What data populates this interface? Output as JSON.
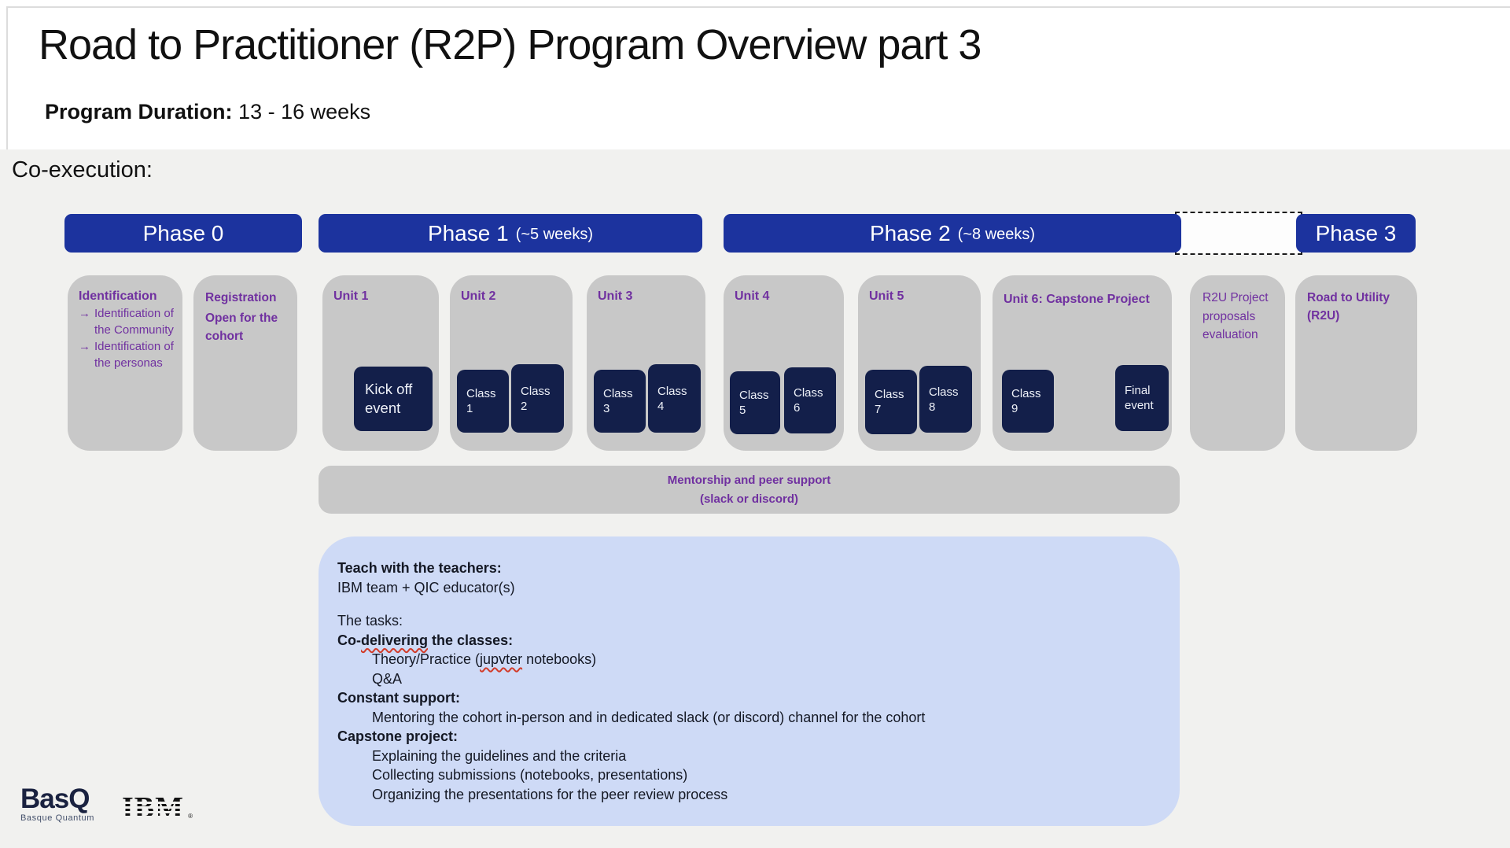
{
  "header": {
    "title": "Road to Practitioner (R2P) Program Overview part 3",
    "duration_label": "Program Duration:",
    "duration_value": "13 - 16 weeks"
  },
  "section": {
    "label": "Co-execution:"
  },
  "phases": [
    {
      "label": "Phase 0",
      "sub": ""
    },
    {
      "label": "Phase 1",
      "sub": "(~5 weeks)"
    },
    {
      "label": "Phase 2",
      "sub": "(~8 weeks)"
    },
    {
      "label": "Phase 3",
      "sub": ""
    }
  ],
  "cards": {
    "identification": {
      "title": "Identification",
      "arrow": "→",
      "items": [
        "Identification of the Community",
        "Identification of the personas"
      ]
    },
    "registration": {
      "title": "Registration",
      "body": "Open for the cohort"
    },
    "unit1": {
      "title": "Unit 1",
      "event": "Kick off event"
    },
    "unit2": {
      "title": "Unit 2",
      "classes": [
        "Class 1",
        "Class 2"
      ]
    },
    "unit3": {
      "title": "Unit 3",
      "classes": [
        "Class 3",
        "Class 4"
      ]
    },
    "unit4": {
      "title": "Unit 4",
      "classes": [
        "Class 5",
        "Class 6"
      ]
    },
    "unit5": {
      "title": "Unit 5",
      "classes": [
        "Class 7",
        "Class 8"
      ]
    },
    "unit6": {
      "title": "Unit 6: Capstone Project",
      "classes": [
        "Class 9"
      ],
      "event": "Final event"
    },
    "r2u_eval": {
      "body": "R2U Project proposals evaluation"
    },
    "road_to_utility": {
      "title": "Road to Utility (R2U)"
    }
  },
  "mentorship": {
    "line1": "Mentorship and peer support",
    "line2": "(slack or discord)"
  },
  "details": {
    "teach_title": "Teach with the teachers:",
    "teach_body": "IBM team + QIC educator(s)",
    "tasks_label": "The tasks:",
    "co_delivering": {
      "pre": "Co-",
      "wavy": "delivering",
      "post": " the classes:"
    },
    "theory": {
      "pre": "Theory/Practice (",
      "wavy": "jupvter",
      "post": " notebooks)"
    },
    "qa": "Q&A",
    "support_title": "Constant support:",
    "support_body": "Mentoring the cohort in-person and in dedicated slack (or discord) channel for the cohort",
    "capstone_title": "Capstone project:",
    "capstone_items": [
      "Explaining the guidelines and the criteria",
      "Collecting submissions (notebooks, presentations)",
      "Organizing the presentations for the peer review process"
    ]
  },
  "logos": {
    "basq": "BasQ",
    "basq_sub": "Basque Quantum",
    "ibm": "IBM",
    "ibm_reg": "®"
  },
  "colors": {
    "phase_blue": "#1c339e",
    "navy_box": "#131f4a",
    "card_gray": "#c8c8c8",
    "purple_text": "#7030a0",
    "light_blue_box": "#cedaf6",
    "slide_gray": "#f1f1ef",
    "squiggle_red": "#d23c2a"
  }
}
